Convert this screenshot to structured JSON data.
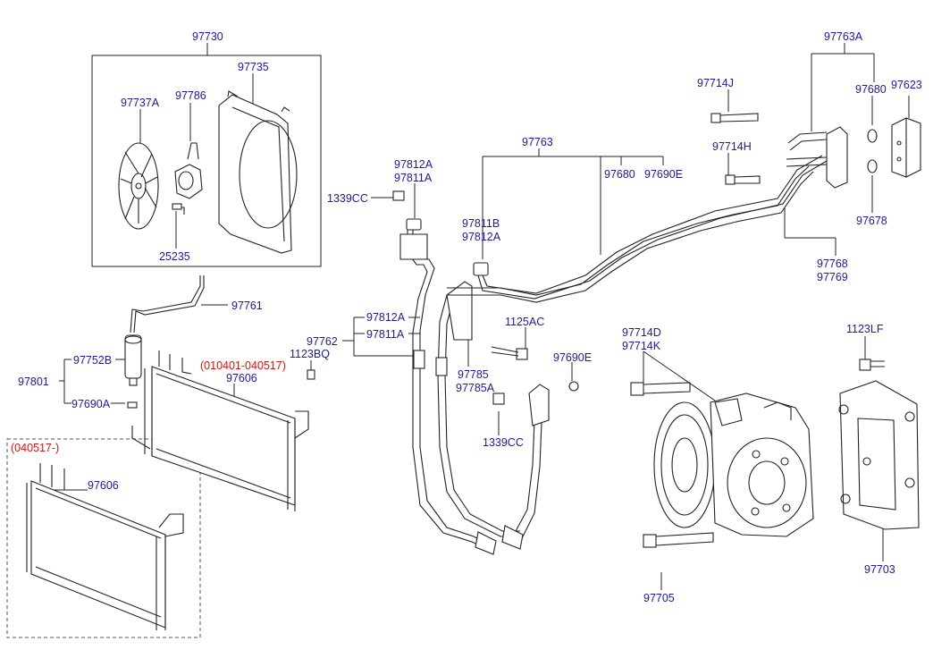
{
  "labels": {
    "l97730": "97730",
    "l97735": "97735",
    "l97737A": "97737A",
    "l97786": "97786",
    "l25235": "25235",
    "l97761": "97761",
    "l97752B": "97752B",
    "l97801": "97801",
    "l97690A": "97690A",
    "l010401": "(010401-040517)",
    "l97606a": "97606",
    "l1123BQ": "1123BQ",
    "l97762": "97762",
    "l040517": "(040517-)",
    "l97606b": "97606",
    "l1339CCa": "1339CC",
    "l97812Aa": "97812A",
    "l97811Aa": "97811A",
    "l97763": "97763",
    "l97680a": "97680",
    "l97690Ea": "97690E",
    "l97811B": "97811B",
    "l97812Ab": "97812A",
    "l97812Ac": "97812A",
    "l97811Ab": "97811A",
    "l1125AC": "1125AC",
    "l97785": "97785",
    "l97785A": "97785A",
    "l97690Eb": "97690E",
    "l1339CCb": "1339CC",
    "l97714J": "97714J",
    "l97714H": "97714H",
    "l97763A": "97763A",
    "l97680b": "97680",
    "l97623": "97623",
    "l97678": "97678",
    "l97768": "97768",
    "l97769": "97769",
    "l97714D": "97714D",
    "l97714K": "97714K",
    "l1123LF": "1123LF",
    "l97703": "97703",
    "l97705": "97705"
  },
  "colors": {
    "label": "#1a1aa6",
    "date_label": "#e01010",
    "line": "#222222"
  }
}
